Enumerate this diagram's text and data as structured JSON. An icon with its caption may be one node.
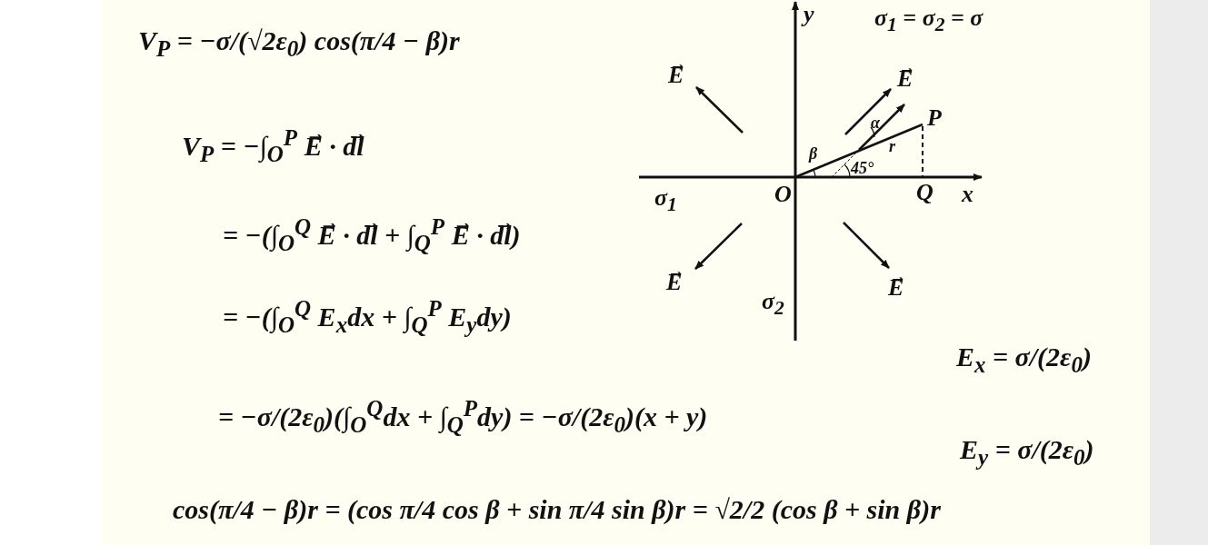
{
  "diagram": {
    "labels": [
      "V$_{P}$ = −σ/(√2ε$_{0}$) cos(π/4 − β)r",
      "y",
      "σ$_{1}$ = σ$_{2}$ = σ",
      "E⃗",
      "E⃗",
      "P",
      "V$_{P}$ = −∫$_{O}$$^{P}$ E⃗ · dl⃗",
      "α",
      "β",
      "r",
      "45°",
      "σ$_{1}$",
      "O",
      "Q",
      "x",
      "= −(∫$_{O}$$^{Q}$ E⃗ · dl⃗ + ∫$_{Q}$$^{P}$ E⃗ · dl⃗)",
      "E⃗",
      "E⃗",
      "σ$_{2}$",
      "= −(∫$_{O}$$^{Q}$ E$_{x}$dx + ∫$_{Q}$$^{P}$ E$_{y}$dy)",
      "E$_{x}$ = σ/(2ε$_{0}$)",
      "= −σ/(2ε$_{0}$)(∫$_{O}$$^{Q}$dx + ∫$_{Q}$$^{P}$dy)   = −σ/(2ε$_{0}$)(x + y)",
      "E$_{y}$ = σ/(2ε$_{0}$)",
      "cos(π/4 − β)r = (cos π/4 cos β + sin π/4 sin β)r = √2/2 (cos β + sin β)r"
    ]
  }
}
